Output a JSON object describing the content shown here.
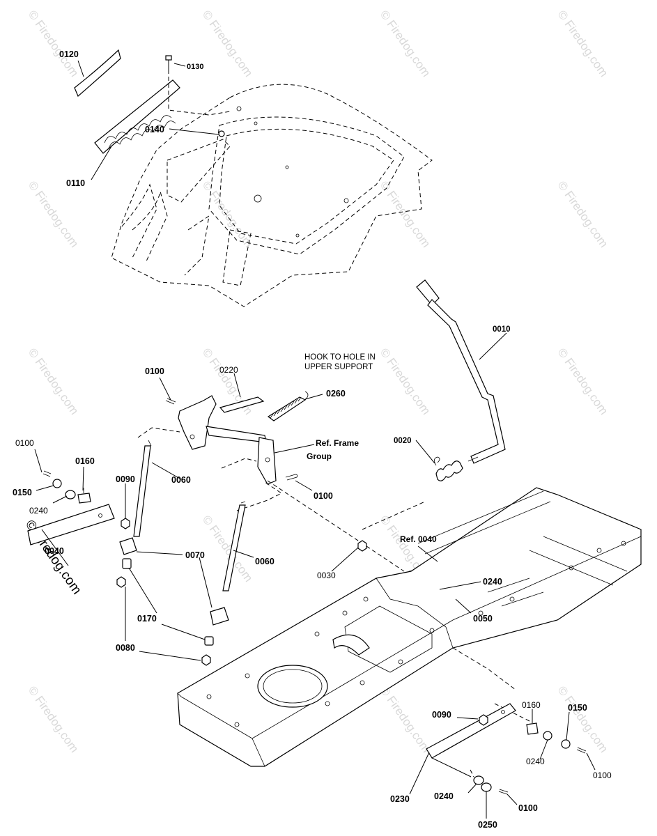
{
  "watermark": "© Firedog.com",
  "labels": {
    "p0120": "0120",
    "p0130": "0130",
    "p0140": "0140",
    "p0110": "0110",
    "p0010": "0010",
    "p0020": "0020",
    "p0100_a": "0100",
    "p0220": "0220",
    "p0260": "0260",
    "p0100_b": "0100",
    "p0160_a": "0160",
    "p0150_a": "0150",
    "p0240_a": "0240",
    "p0090_a": "0090",
    "p0060_a": "0060",
    "p0040": "0040",
    "p0070": "0070",
    "p0060_b": "0060",
    "p0100_c": "0100",
    "p0030": "0030",
    "ref0040": "Ref. 0040",
    "p0240_b": "0240",
    "p0050": "0050",
    "p0170": "0170",
    "p0080": "0080",
    "p0090_b": "0090",
    "p0160_b": "0160",
    "p0150_b": "0150",
    "p0240_c": "0240",
    "p0100_d": "0100",
    "p0230": "0230",
    "p0240_d": "0240",
    "p0250": "0250",
    "p0100_e": "0100"
  },
  "notes": {
    "hook_line1": "HOOK TO HOLE IN",
    "hook_line2": "UPPER SUPPORT",
    "ref_frame_line1": "Ref. Frame",
    "ref_frame_line2": "Group"
  },
  "colors": {
    "ink": "#000000",
    "background": "#ffffff",
    "watermark": "#d9d9d9"
  }
}
